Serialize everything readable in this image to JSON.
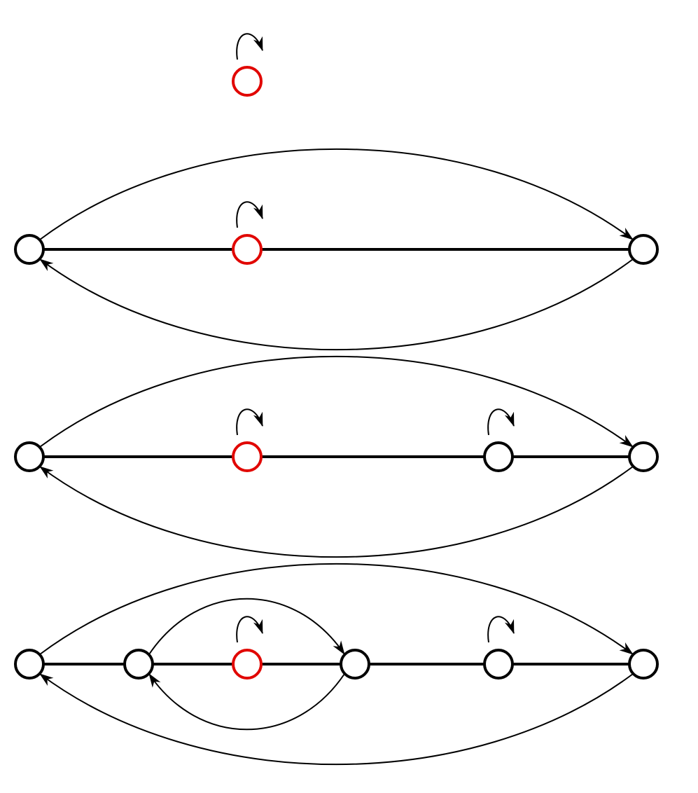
{
  "colors": {
    "background": "#ffffff",
    "default": "#000000",
    "highlight": "#e10600"
  },
  "rows": [
    {
      "id": "row-1",
      "nodes": [
        {
          "id": "n1",
          "highlight": true
        }
      ],
      "edges": [],
      "self_loops": [
        "n1"
      ],
      "arcs": []
    },
    {
      "id": "row-2",
      "nodes": [
        {
          "id": "n1",
          "highlight": false
        },
        {
          "id": "n2",
          "highlight": true
        },
        {
          "id": "n3",
          "highlight": false
        }
      ],
      "edges": [
        [
          "n1",
          "n2"
        ],
        [
          "n2",
          "n3"
        ]
      ],
      "self_loops": [
        "n2"
      ],
      "arcs": [
        {
          "from": "n1",
          "to": "n3",
          "side": "above"
        },
        {
          "from": "n3",
          "to": "n1",
          "side": "below"
        }
      ]
    },
    {
      "id": "row-3",
      "nodes": [
        {
          "id": "n1",
          "highlight": false
        },
        {
          "id": "n2",
          "highlight": true
        },
        {
          "id": "n3",
          "highlight": false
        },
        {
          "id": "n4",
          "highlight": false
        }
      ],
      "edges": [
        [
          "n1",
          "n2"
        ],
        [
          "n2",
          "n3"
        ],
        [
          "n3",
          "n4"
        ]
      ],
      "self_loops": [
        "n2",
        "n3"
      ],
      "arcs": [
        {
          "from": "n1",
          "to": "n4",
          "side": "above"
        },
        {
          "from": "n4",
          "to": "n1",
          "side": "below"
        }
      ]
    },
    {
      "id": "row-4",
      "nodes": [
        {
          "id": "n1",
          "highlight": false
        },
        {
          "id": "n2",
          "highlight": false
        },
        {
          "id": "n3",
          "highlight": true
        },
        {
          "id": "n4",
          "highlight": false
        },
        {
          "id": "n5",
          "highlight": false
        },
        {
          "id": "n6",
          "highlight": false
        }
      ],
      "edges": [
        [
          "n1",
          "n2"
        ],
        [
          "n2",
          "n3"
        ],
        [
          "n3",
          "n4"
        ],
        [
          "n4",
          "n5"
        ],
        [
          "n5",
          "n6"
        ]
      ],
      "self_loops": [
        "n3",
        "n5"
      ],
      "arcs": [
        {
          "from": "n1",
          "to": "n6",
          "side": "above"
        },
        {
          "from": "n6",
          "to": "n1",
          "side": "below"
        },
        {
          "from": "n2",
          "to": "n4",
          "side": "above"
        },
        {
          "from": "n4",
          "to": "n2",
          "side": "below"
        }
      ]
    }
  ]
}
